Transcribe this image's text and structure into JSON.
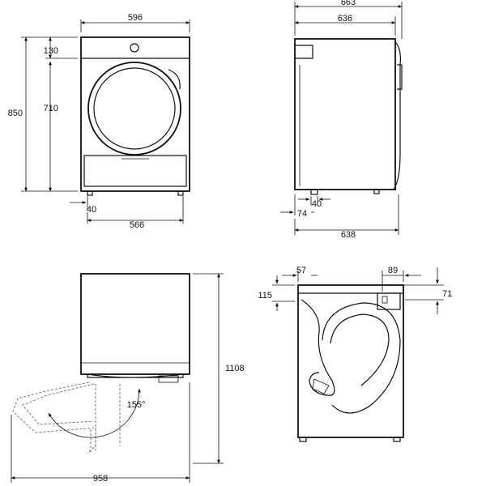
{
  "front_view": {
    "width_total": "596",
    "top_panel_height": "130",
    "height_total": "850",
    "door_height": "710",
    "foot_offset": "40",
    "foot_span": "566"
  },
  "side_view": {
    "depth_total": "663",
    "depth_body": "636",
    "foot_offset": "40",
    "back_offset": "74",
    "depth_base": "638"
  },
  "door_view": {
    "height_with_door": "1108",
    "door_angle": "155°",
    "width_with_door_open": "958"
  },
  "rear_view": {
    "left_offset": "57",
    "right_offset": "89",
    "left_height": "115",
    "right_height": "71"
  }
}
